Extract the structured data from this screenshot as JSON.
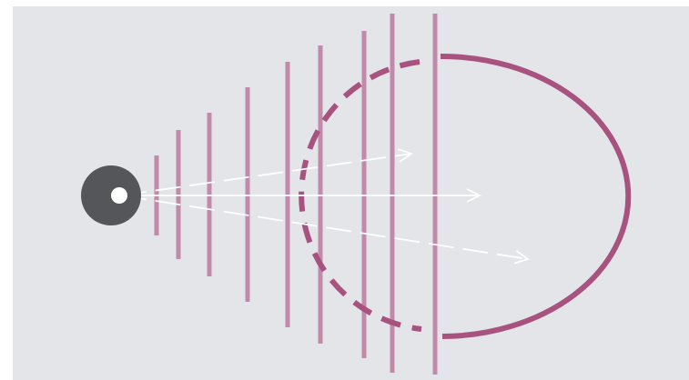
{
  "diagram": {
    "background_color": "#e3e5e8",
    "page_color": "#ffffff",
    "source_color": "#555659",
    "source_center_color": "#ffffff",
    "wavefront_color": "#c18aa8",
    "boundary_color": "#a8527f",
    "arrow_color": "#ffffff",
    "elements": {
      "source": "source",
      "wavefronts": 9,
      "current_boundary": "solid-semicircle",
      "previous_boundary": "dashed-arc",
      "rays": [
        "upper-ray-dashed",
        "center-ray-solid",
        "lower-ray-dashed"
      ]
    }
  }
}
